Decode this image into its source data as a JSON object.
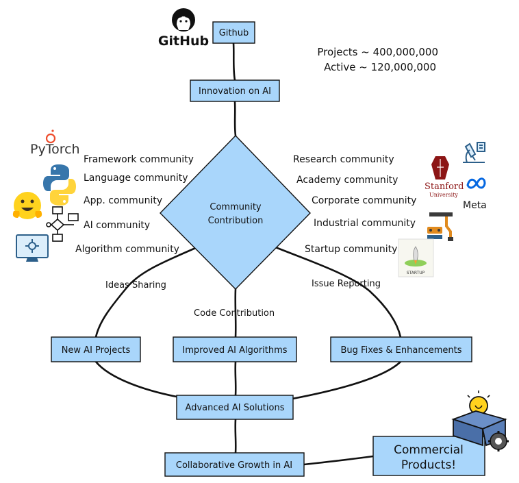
{
  "github_logo_text": "GitHub",
  "pytorch_logo_text": "PyTorch",
  "stanford_logo_text": "Stanford",
  "stanford_logo_sub": "University",
  "meta_logo_text": "Meta",
  "startup_logo_text": "STARTUP",
  "stats": {
    "projects": "Projects ~ 400,000,000",
    "active": "Active ~ 120,000,000"
  },
  "nodes": {
    "github": "Github",
    "innovation": "Innovation on AI",
    "community_line1": "Community",
    "community_line2": "Contribution",
    "new_projects": "New AI Projects",
    "improved_algorithms": "Improved AI Algorithms",
    "bug_fixes": "Bug Fixes & Enhancements",
    "advanced_solutions": "Advanced AI Solutions",
    "collaborative_growth": "Collaborative Growth in AI",
    "commercial_line1": "Commercial",
    "commercial_line2": "Products!"
  },
  "left_communities": [
    "Framework community",
    "Language community",
    "App. community",
    "AI community",
    "Algorithm community"
  ],
  "right_communities": [
    "Research community",
    "Academy community",
    "Corporate community",
    "Industrial community",
    "Startup community"
  ],
  "edges": {
    "ideas_sharing": "Ideas Sharing",
    "code_contribution": "Code Contribution",
    "issue_reporting": "Issue Reporting"
  },
  "colors": {
    "box_fill": "#a9d6fb",
    "pytorch": "#ee4c2c",
    "python_blue": "#3776ab",
    "python_yellow": "#ffd43b",
    "stanford_red": "#8c1515",
    "meta_blue": "#0668e1",
    "hug_yellow": "#ffd21e"
  },
  "icons": [
    "github-icon",
    "pytorch-icon",
    "python-icon",
    "hugging-face-icon",
    "flowchart-icon",
    "monitor-network-icon",
    "stanford-icon",
    "microscope-icon",
    "meta-icon",
    "robot-arm-icon",
    "rocket-startup-icon",
    "lightbulb-box-icon"
  ]
}
